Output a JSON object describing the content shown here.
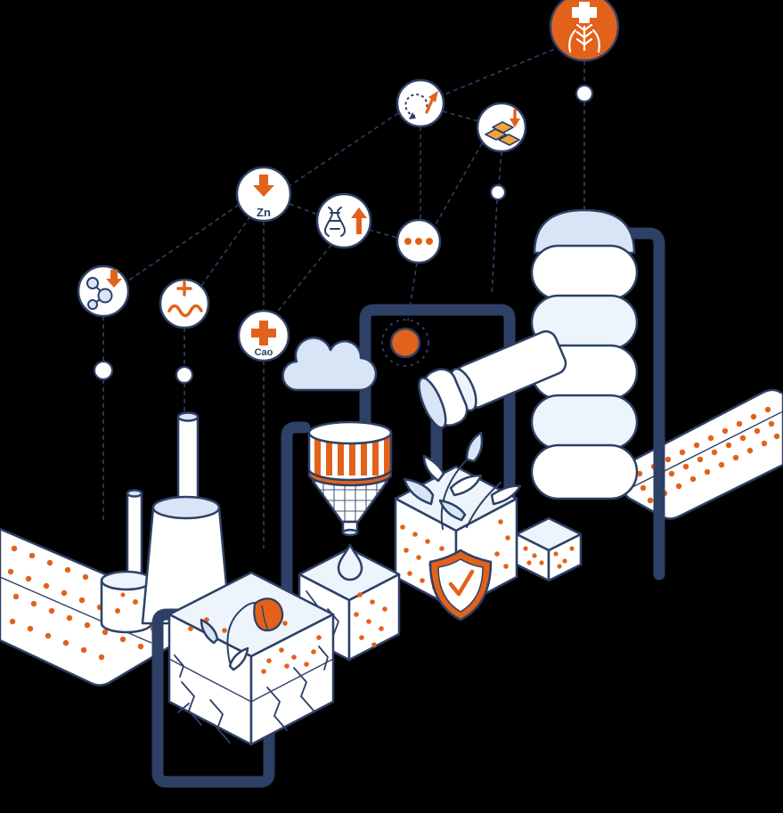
{
  "labels": {
    "zinc": "Zn",
    "calcium_oxide": "Cao"
  },
  "icon_nodes": [
    {
      "name": "wheat-increase-icon"
    },
    {
      "name": "recycle-increase-icon"
    },
    {
      "name": "gold-bars-decrease-icon"
    },
    {
      "name": "zinc-decrease-icon",
      "label": "Zn"
    },
    {
      "name": "dna-increase-icon"
    },
    {
      "name": "ellipsis-icon"
    },
    {
      "name": "molecule-decrease-icon"
    },
    {
      "name": "worm-increase-icon"
    },
    {
      "name": "cao-increase-icon",
      "label": "Cao"
    }
  ],
  "scene": {
    "elements": [
      "sun-icon",
      "cloud-icon",
      "silo-tank",
      "mixer-cylinder",
      "funnel-hopper",
      "water-drop-icon",
      "shield-checkmark-icon",
      "plant-leaves",
      "wilted-flower-icon",
      "cooling-tower",
      "chimney-tall",
      "chimney-small",
      "storage-drum",
      "soil-strip-left",
      "soil-strip-right",
      "soil-block-center",
      "soil-block-left",
      "soil-block-funnel",
      "main-pipe",
      "feeder-pipe",
      "recirculation-pipe",
      "silo-outlet-pipe",
      "contaminant-dots",
      "soil-cracks",
      "network-links",
      "connector-dots"
    ]
  },
  "colors": {
    "navy": "#2e4066",
    "orange": "#e2621b",
    "gold": "#efa43e",
    "light_blue": "#d7e5f7",
    "pale_blue": "#eef4fc",
    "white": "#ffffff",
    "background": "#000000"
  }
}
